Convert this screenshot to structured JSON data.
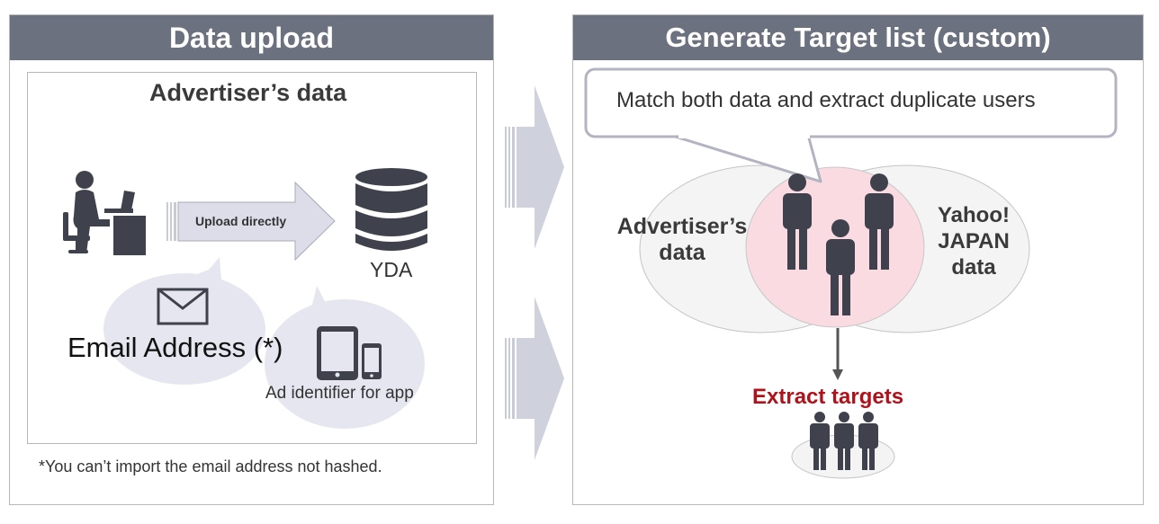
{
  "left_panel": {
    "title": "Data upload",
    "inner_title": "Advertiser’s data",
    "upload_label": "Upload directly",
    "yda_label": "YDA",
    "email_label": "Email Address (*)",
    "ad_id_label": "Ad identifier for app",
    "footnote": "*You can’t import the email address not hashed."
  },
  "right_panel": {
    "title": "Generate Target list (custom)",
    "callout": "Match both data and extract duplicate users",
    "advertiser_data_line1": "Advertiser’s",
    "advertiser_data_line2": "data",
    "yahoo_line1": "Yahoo!",
    "yahoo_line2": "JAPAN",
    "yahoo_line3": "data",
    "extract_label": "Extract targets"
  },
  "colors": {
    "header_bg": "#6b717e",
    "icon_dark": "#3f424c",
    "bubble_fill": "#e6e6f0",
    "overlap_pink": "#fbdbe2",
    "extract_red": "#b0121b"
  }
}
